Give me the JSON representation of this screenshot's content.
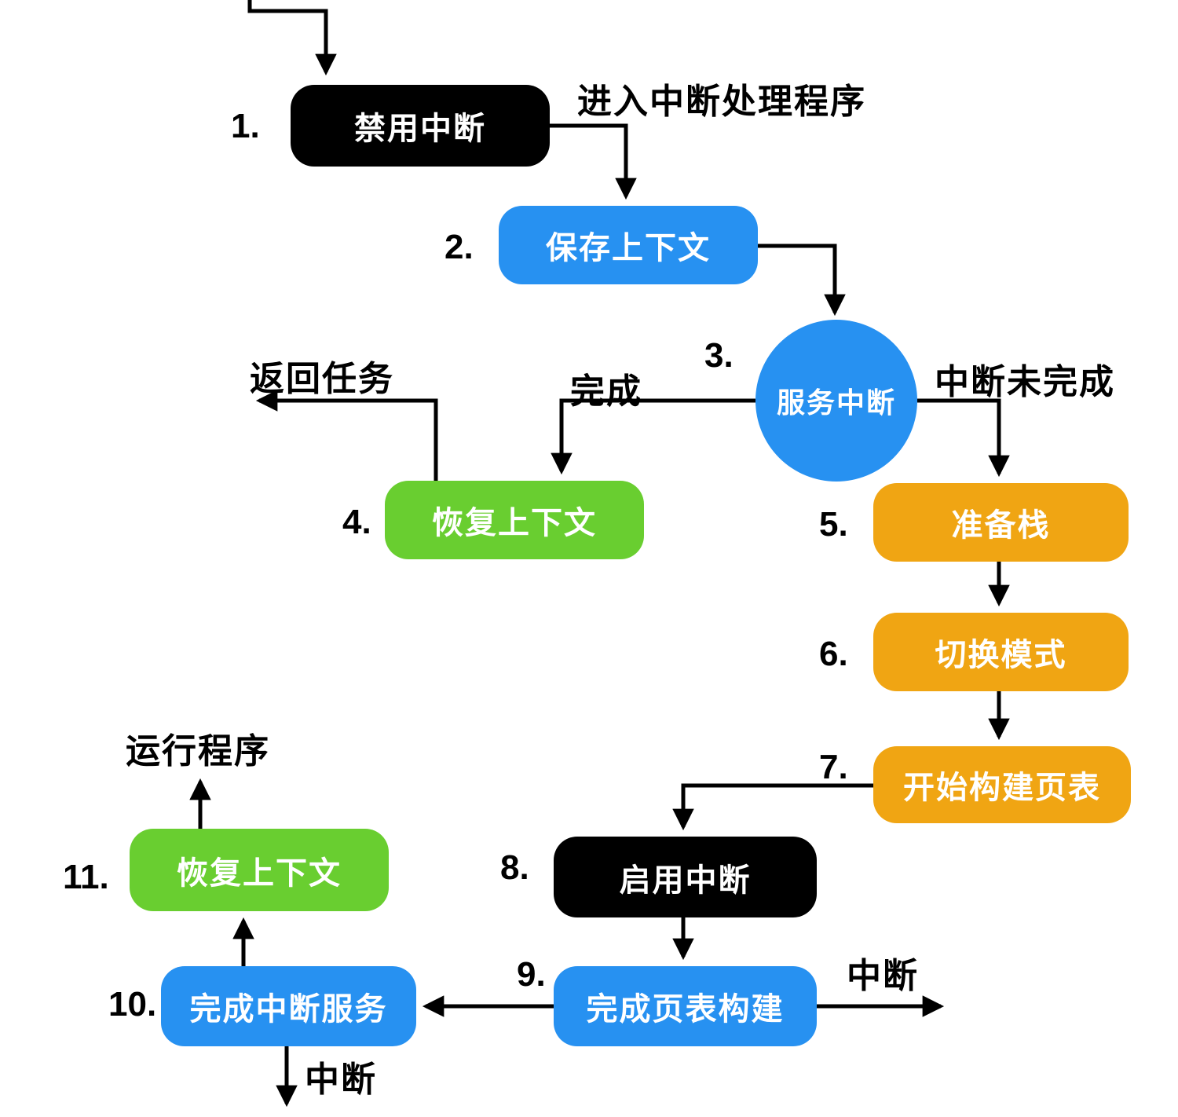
{
  "diagram": {
    "nodes": [
      {
        "number": "1.",
        "label": "禁用中断",
        "color": "black"
      },
      {
        "number": "2.",
        "label": "保存上下文",
        "color": "blue"
      },
      {
        "number": "3.",
        "label": "服务中断",
        "color": "blue"
      },
      {
        "number": "4.",
        "label": "恢复上下文",
        "color": "green"
      },
      {
        "number": "5.",
        "label": "准备栈",
        "color": "orange"
      },
      {
        "number": "6.",
        "label": "切换模式",
        "color": "orange"
      },
      {
        "number": "7.",
        "label": "开始构建页表",
        "color": "orange"
      },
      {
        "number": "8.",
        "label": "启用中断",
        "color": "black"
      },
      {
        "number": "9.",
        "label": "完成页表构建",
        "color": "blue"
      },
      {
        "number": "10.",
        "label": "完成中断服务",
        "color": "blue"
      },
      {
        "number": "11.",
        "label": "恢复上下文",
        "color": "green"
      }
    ],
    "edge_labels": {
      "enter_handler": "进入中断处理程序",
      "return_task": "返回任务",
      "done": "完成",
      "not_done": "中断未完成",
      "run_program": "运行程序",
      "interrupt_right": "中断",
      "interrupt_bottom": "中断"
    },
    "colors": {
      "black": "#000000",
      "blue": "#2791F1",
      "green": "#69CE30",
      "orange": "#F0A513",
      "arrow": "#000000",
      "background": "#FFFFFF"
    }
  }
}
